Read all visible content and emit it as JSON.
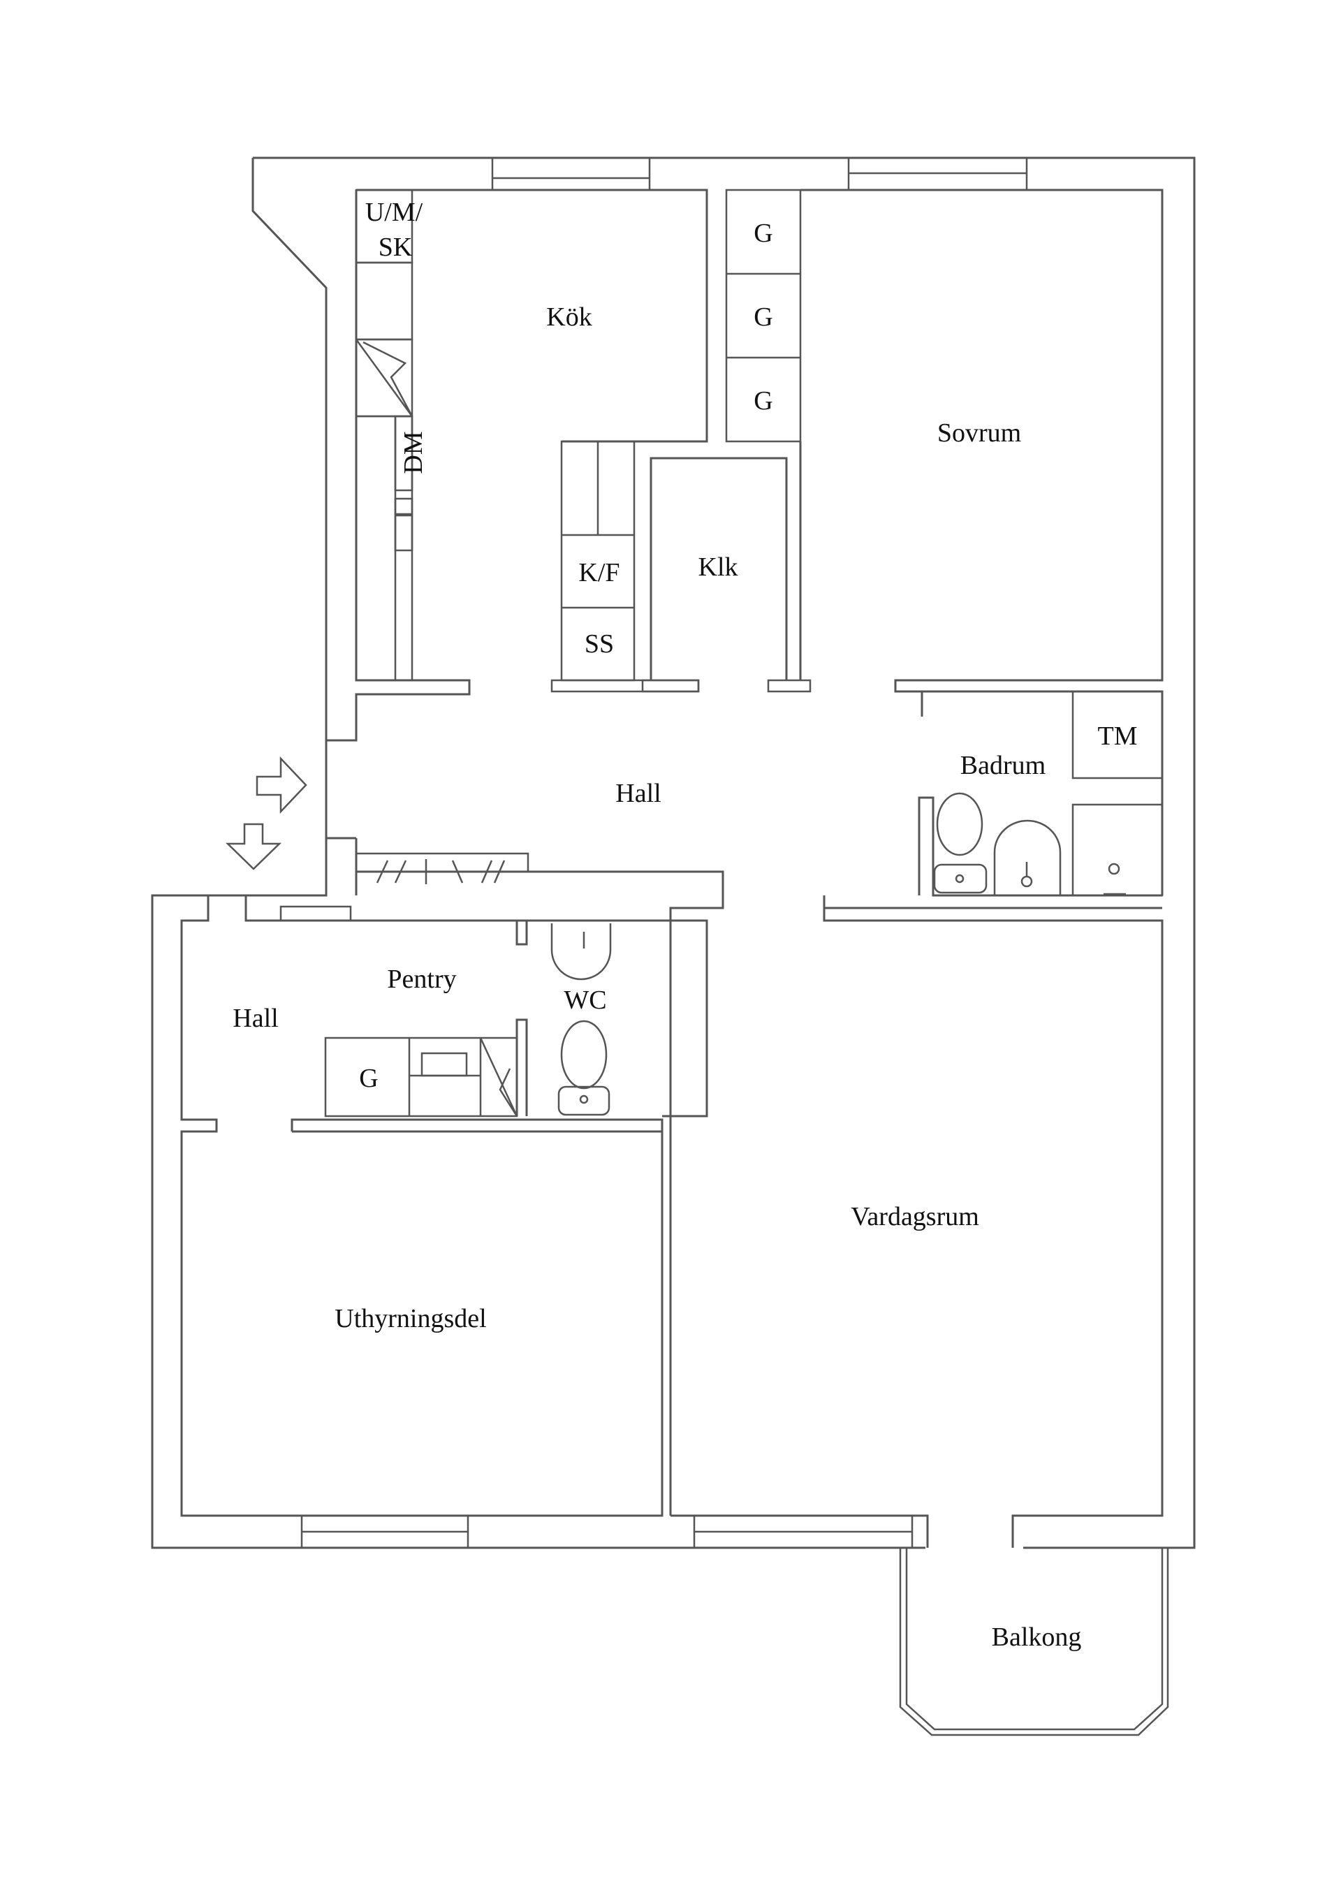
{
  "floorplan": {
    "rooms": {
      "kok": "Kök",
      "sovrum": "Sovrum",
      "klk": "Klk",
      "hall_main": "Hall",
      "badrum": "Badrum",
      "pentry": "Pentry",
      "wc": "WC",
      "hall_rental": "Hall",
      "uthyrningsdel": "Uthyrningsdel",
      "vardagsrum": "Vardagsrum",
      "balkong": "Balkong"
    },
    "fixtures": {
      "umsk_line1": "U/M/",
      "umsk_line2": "SK",
      "dm": "DM",
      "kf": "K/F",
      "ss": "SS",
      "wardrobe_1": "G",
      "wardrobe_2": "G",
      "wardrobe_3": "G",
      "tm": "TM",
      "pentry_wardrobe": "G"
    },
    "entrance_arrows": [
      "arrow-right",
      "arrow-down"
    ],
    "colors": {
      "line": "#555555",
      "text": "#111111",
      "background": "#ffffff"
    }
  }
}
